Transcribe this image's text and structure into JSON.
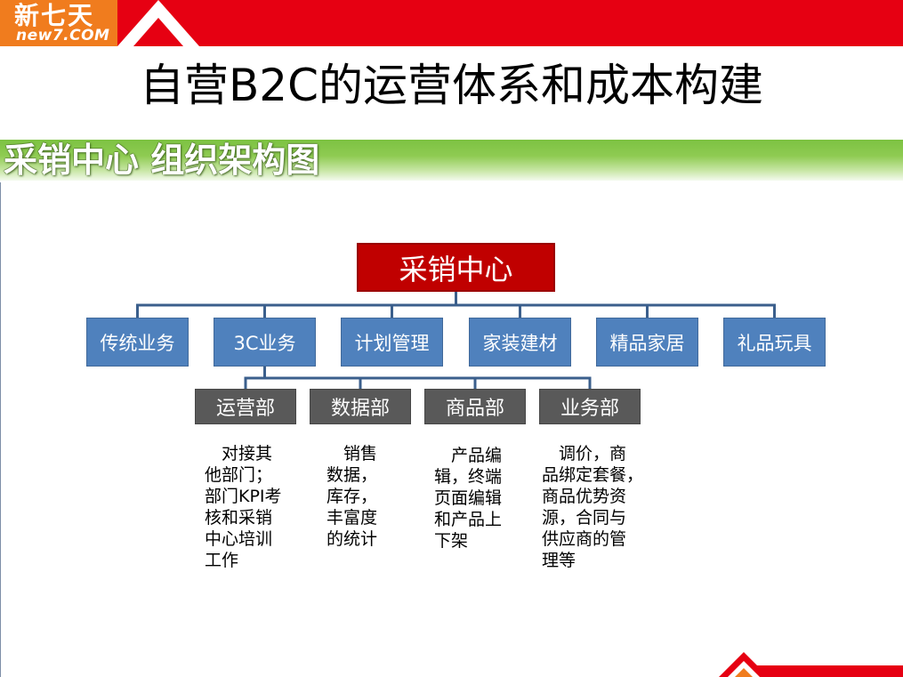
{
  "logo": {
    "brand_cn": "新七天",
    "brand_en": "new7.COM"
  },
  "title": "自营B2C的运营体系和成本构建",
  "section_header": "采销中心 组织架构图",
  "org_chart": {
    "root": {
      "label": "采销中心"
    },
    "business_units": [
      {
        "label": "传统业务"
      },
      {
        "label": "3C业务",
        "sub_departments": [
          {
            "name": "运营部",
            "description": [
              "对接其",
              "他部门；",
              "部门KPI考",
              "核和采销",
              "中心培训",
              "工作"
            ]
          },
          {
            "name": "数据部",
            "description": [
              "销售",
              "数据，",
              "库存，",
              "丰富度",
              "的统计"
            ]
          },
          {
            "name": "商品部",
            "description": [
              "产品编",
              "辑，终端",
              "页面编辑",
              "和产品上",
              "下架"
            ]
          },
          {
            "name": "业务部",
            "description": [
              "调价，商",
              "品绑定套餐，",
              "商品优势资",
              "源，合同与",
              "供应商的管",
              "理等"
            ]
          }
        ]
      },
      {
        "label": "计划管理"
      },
      {
        "label": "家装建材"
      },
      {
        "label": "精品家居"
      },
      {
        "label": "礼品玩具"
      }
    ]
  },
  "colors": {
    "header_red": "#e60012",
    "logo_orange": "#f07c1e",
    "section_green": "#7cc242",
    "root_box": "#c00000",
    "unit_box": "#4f81bd",
    "sub_box": "#595959",
    "connector": "#3b5f8c",
    "text": "#000000"
  }
}
